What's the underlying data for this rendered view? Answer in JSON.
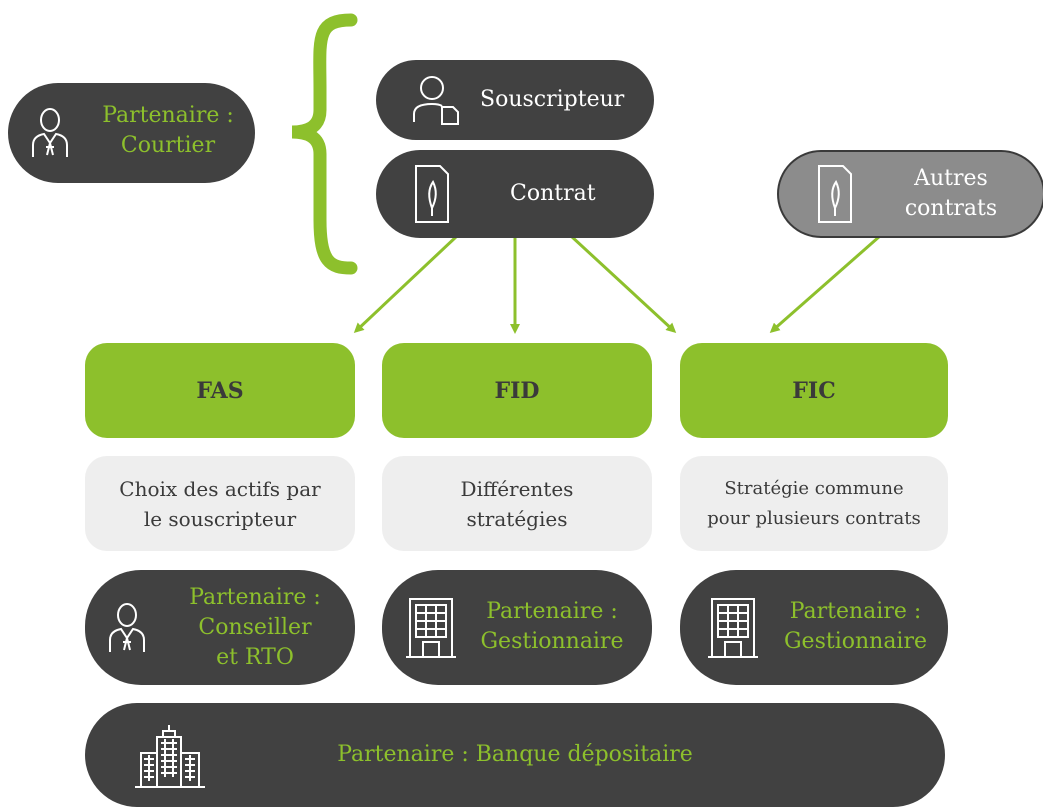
{
  "top": {
    "courtier": {
      "label": "Partenaire :",
      "label2": "Courtier"
    },
    "souscripteur": {
      "label": "Souscripteur"
    },
    "contrat": {
      "label": "Contrat"
    },
    "autres": {
      "label": "Autres",
      "label2": "contrats"
    }
  },
  "funds": [
    {
      "title": "FAS",
      "desc1": "Choix des actifs par",
      "desc2": "le souscripteur",
      "partner1": "Partenaire :",
      "partner2": "Conseiller",
      "partner3": "et RTO"
    },
    {
      "title": "FID",
      "desc1": "Différentes",
      "desc2": "stratégies",
      "partner1": "Partenaire :",
      "partner2": "Gestionnaire"
    },
    {
      "title": "FIC",
      "desc1": "Stratégie commune",
      "desc2": "pour plusieurs contrats",
      "partner1": "Partenaire :",
      "partner2": "Gestionnaire"
    }
  ],
  "bank": {
    "label": "Partenaire : Banque dépositaire"
  },
  "colors": {
    "green": "#8dc02c",
    "dark": "#414141",
    "grey": "#8c8c8c",
    "light": "#eeeeee"
  }
}
